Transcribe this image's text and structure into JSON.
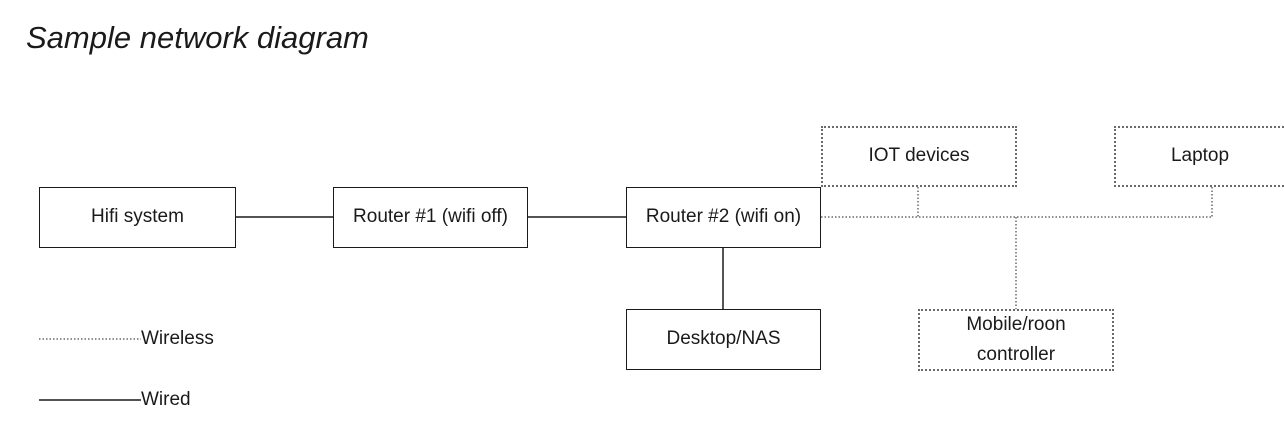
{
  "title": "Sample network diagram",
  "nodes": {
    "hifi": "Hifi system",
    "router1": "Router #1 (wifi off)",
    "router2": "Router #2 (wifi on)",
    "desktop": "Desktop/NAS",
    "iot": "IOT devices",
    "laptop": "Laptop",
    "mobile_line1": "Mobile/roon",
    "mobile_line2": "controller"
  },
  "legend": {
    "wireless": "Wireless",
    "wired": "Wired"
  },
  "connections": [
    {
      "from": "Hifi system",
      "to": "Router #1 (wifi off)",
      "type": "wired"
    },
    {
      "from": "Router #1 (wifi off)",
      "to": "Router #2 (wifi on)",
      "type": "wired"
    },
    {
      "from": "Router #2 (wifi on)",
      "to": "Desktop/NAS",
      "type": "wired"
    },
    {
      "from": "Router #2 (wifi on)",
      "to": "IOT devices",
      "type": "wireless"
    },
    {
      "from": "Router #2 (wifi on)",
      "to": "Laptop",
      "type": "wireless"
    },
    {
      "from": "Router #2 (wifi on)",
      "to": "Mobile/roon controller",
      "type": "wireless"
    }
  ],
  "colors": {
    "line": "#1a1a1a",
    "dotted": "#6a6a6a"
  }
}
